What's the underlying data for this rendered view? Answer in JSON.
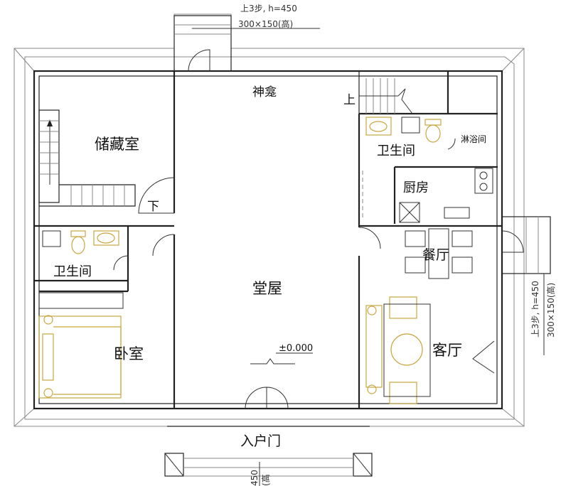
{
  "rooms": {
    "shrine": "神龛",
    "storage": "储藏室",
    "bathroom_left": "卫生间",
    "bedroom": "卧室",
    "hall": "堂屋",
    "bathroom_right": "卫生间",
    "shower": "淋浴间",
    "kitchen": "厨房",
    "dining": "餐厅",
    "living": "客厅",
    "entrance": "入户门"
  },
  "stairs": {
    "up_label": "上",
    "down_label": "下"
  },
  "elevation": "±0.000",
  "annotations": {
    "top_steps": "上3步, h=450",
    "top_size": "300×150(高)",
    "right_steps": "上3步, h=450",
    "right_size": "300×150(高)",
    "bottom_steps": "450",
    "bottom_size": "(高"
  },
  "colors": {
    "wall": "#222222",
    "furniture": "#c9a640"
  }
}
